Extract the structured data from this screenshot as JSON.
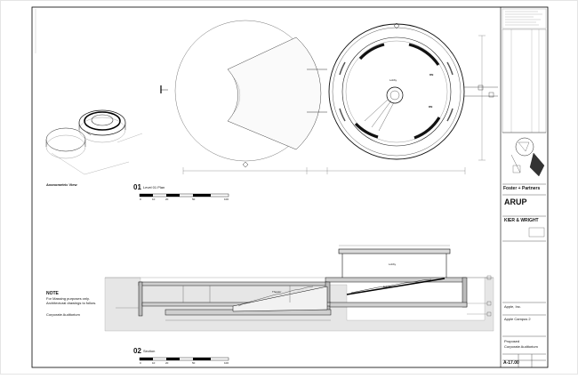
{
  "plan": {
    "title": "Level 01 Plan",
    "number": "01",
    "scale_ticks": [
      "0",
      "10",
      "20",
      "50",
      "100"
    ],
    "room_labels": [
      "Lobby",
      "DN",
      "DN"
    ]
  },
  "isometric": {
    "title": "Axonometric View"
  },
  "section": {
    "title": "Section",
    "number": "02",
    "scale_ticks": [
      "0",
      "10",
      "20",
      "50",
      "100"
    ],
    "labels": [
      "Lobby",
      "Theater",
      "Exhibition"
    ]
  },
  "note": {
    "heading": "NOTE",
    "lines": [
      "For Massing purposes only.",
      "Architectural drawings to follow."
    ],
    "subject": "Corporate Auditorium"
  },
  "titleblock": {
    "architect": "Foster + Partners",
    "engineer": "ARUP",
    "contractor": "KIER & WRIGHT",
    "client": "Apple, Inc.",
    "project": "Apple Campus 2",
    "drawing_title_1": "Proposed",
    "drawing_title_2": "Corporate Auditorium",
    "sheet_number": "A-17.00"
  }
}
